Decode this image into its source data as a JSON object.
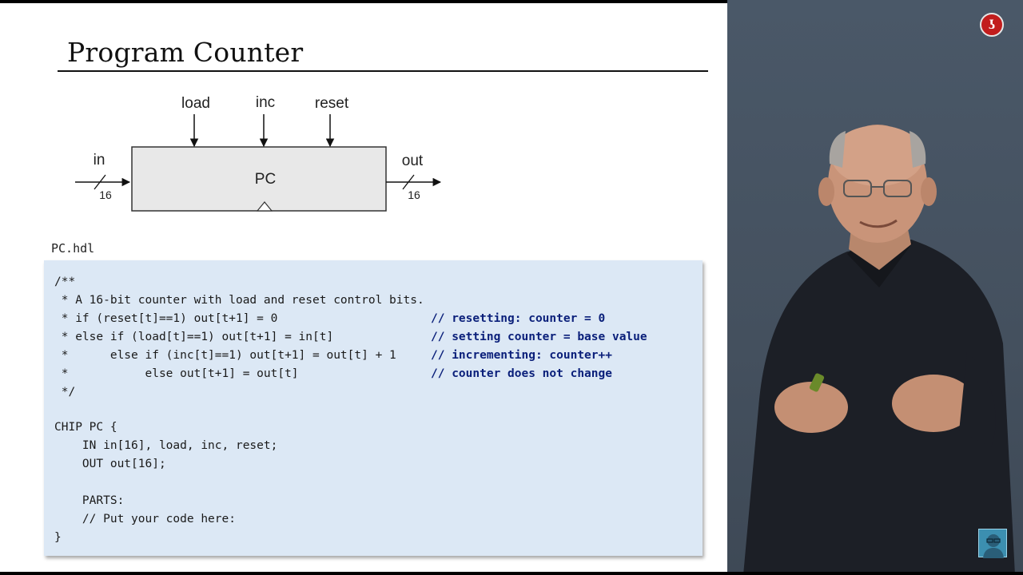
{
  "slide": {
    "title": "Program Counter",
    "file_label": "PC.hdl"
  },
  "diagram": {
    "chip_label": "PC",
    "inputs_top": [
      "load",
      "inc",
      "reset"
    ],
    "input_left_label": "in",
    "input_left_width": "16",
    "output_label": "out",
    "output_width": "16"
  },
  "code": {
    "lines": [
      "/**",
      " * A 16-bit counter with load and reset control bits.",
      " * if (reset[t]==1) out[t+1] = 0",
      " * else if (load[t]==1) out[t+1] = in[t]",
      " *      else if (inc[t]==1) out[t+1] = out[t] + 1",
      " *           else out[t+1] = out[t]",
      " */",
      "",
      "CHIP PC {",
      "    IN in[16], load, inc, reset;",
      "    OUT out[16];",
      "",
      "    PARTS:",
      "    // Put your code here:",
      "}"
    ],
    "comments": [
      "// resetting: counter = 0",
      "// setting counter = base value",
      "// incrementing: counter++",
      "// counter does not change"
    ]
  },
  "colors": {
    "code_bg": "#dce8f5",
    "comment": "#0a1f7a",
    "chip_fill": "#e8e8e8",
    "brand_logo": "#c21d1d",
    "presenter_bg": "#4a5868"
  },
  "icons": {
    "brand_logo": "red-circle-logo-icon",
    "channel_avatar": "channel-avatar-icon"
  }
}
